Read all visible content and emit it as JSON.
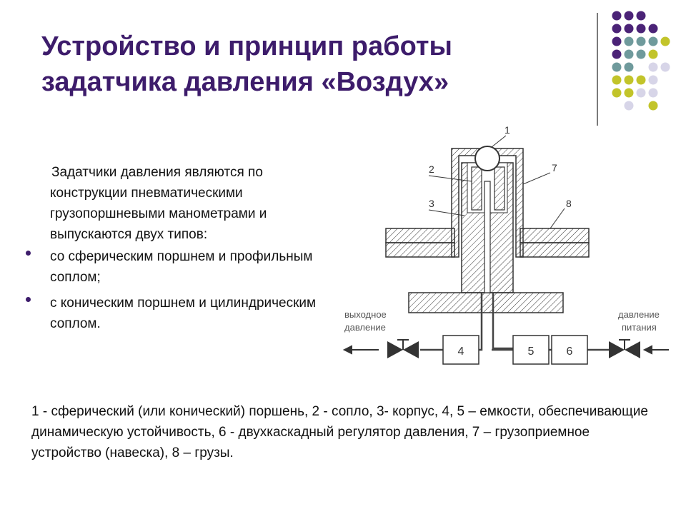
{
  "slide": {
    "title_line1": "Устройство и принцип работы",
    "title_line2": "задатчика давления «Воздух»",
    "colors": {
      "title": "#3d1c6b",
      "accent_purple": "#4b2377",
      "accent_teal": "#6f9a9c",
      "accent_yellow": "#c2c42a",
      "accent_lavender": "#d7d5e8"
    },
    "intro": "Задатчики давления являются по конструкции пневматическими грузопоршневыми манометрами и выпускаются двух типов:",
    "bullets": [
      "со сферическим поршнем и профильным соплом;",
      "с коническим поршнем и цилиндрическим соплом."
    ],
    "caption": "1 - сферический (или конический) поршень, 2 - сопло, 3- корпус, 4, 5 – емкости, обеспечивающие динамическую  устойчивость, 6 - двухкаскадный регулятор давления, 7 – грузоприемное устройство (навеска),  8 – грузы."
  },
  "diagram": {
    "labels": {
      "n1": "1",
      "n2": "2",
      "n3": "3",
      "n7": "7",
      "n8": "8"
    },
    "boxes": {
      "b4": "4",
      "b5": "5",
      "b6": "6"
    },
    "output_label_1": "выходное",
    "output_label_2": "давление",
    "supply_label_1": "давление",
    "supply_label_2": "питания"
  }
}
